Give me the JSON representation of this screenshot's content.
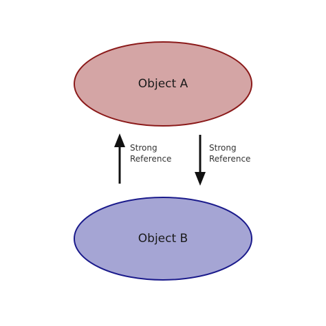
{
  "nodes": {
    "a": {
      "label": "Object A",
      "fill": "#d4a5a5",
      "stroke": "#8b1a1a"
    },
    "b": {
      "label": "Object B",
      "fill": "#a5a5d4",
      "stroke": "#1a1a8b"
    }
  },
  "edges": {
    "b_to_a": {
      "line1": "Strong",
      "line2": "Reference",
      "color": "#111111"
    },
    "a_to_b": {
      "line1": "Strong",
      "line2": "Reference",
      "color": "#111111"
    }
  }
}
